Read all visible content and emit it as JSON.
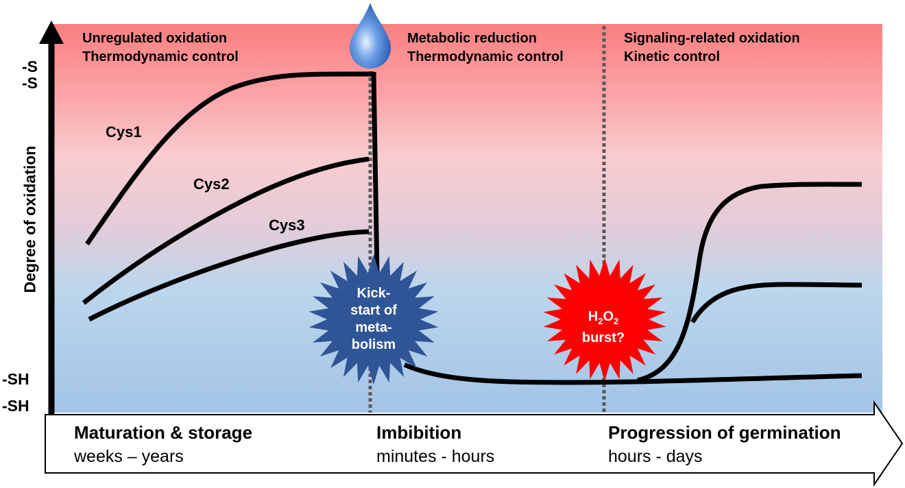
{
  "y_axis": {
    "label": "Degree of oxidation",
    "top_tick_1": "-S",
    "top_tick_2": "-S",
    "bottom_tick_1": "-SH",
    "bottom_tick_2": "-SH"
  },
  "phases": [
    {
      "line1": "Unregulated oxidation",
      "line2": "Thermodynamic control"
    },
    {
      "line1": "Metabolic reduction",
      "line2": "Thermodynamic control"
    },
    {
      "line1": "Signaling-related oxidation",
      "line2": "Kinetic control"
    }
  ],
  "curves": {
    "cys1": "Cys1",
    "cys2": "Cys2",
    "cys3": "Cys3"
  },
  "kickstart": {
    "l1": "Kick-",
    "l2": "start of",
    "l3": "meta-",
    "l4": "bolism"
  },
  "burst": {
    "h": "H",
    "sub1": "2",
    "o": "O",
    "sub2": "2",
    "l2": "burst?"
  },
  "stages": [
    {
      "title": "Maturation & storage",
      "sub": "weeks – years"
    },
    {
      "title": "Imbibition",
      "sub": "minutes - hours"
    },
    {
      "title": "Progression of germination",
      "sub": "hours - days"
    }
  ],
  "colors": {
    "top_red": "#fb7f80",
    "mid_pink": "#f9cccf",
    "bottom_blue": "#a3c4e6",
    "kickstart_star": "#2f5597",
    "burst_star": "#ff0000",
    "drop": "#4a86d8"
  }
}
